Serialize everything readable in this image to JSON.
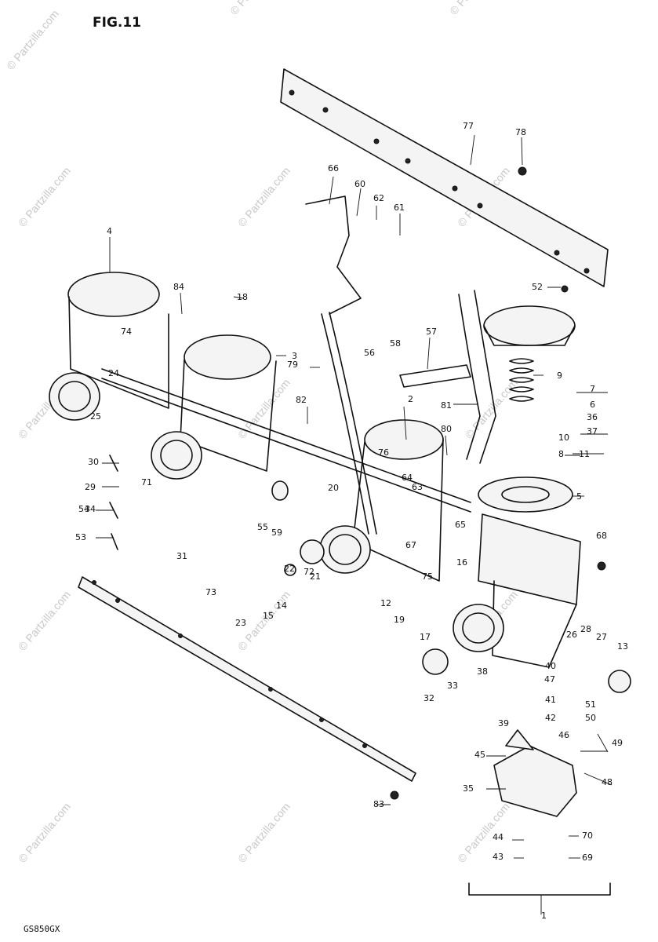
{
  "figure": {
    "title": "FIG.11",
    "model_code": "GS850GX"
  },
  "watermark": {
    "text": "© Partzilla.com"
  },
  "callouts": [
    "1",
    "2",
    "3",
    "4",
    "5",
    "6",
    "7",
    "8",
    "9",
    "10",
    "11",
    "12",
    "13",
    "14",
    "15",
    "16",
    "17",
    "18",
    "19",
    "20",
    "21",
    "22",
    "23",
    "24",
    "25",
    "26",
    "27",
    "28",
    "29",
    "30",
    "31",
    "32",
    "33",
    "34",
    "35",
    "36",
    "37",
    "38",
    "39",
    "40",
    "41",
    "42",
    "43",
    "44",
    "45",
    "46",
    "47",
    "48",
    "49",
    "50",
    "51",
    "52",
    "53",
    "54",
    "55",
    "56",
    "57",
    "58",
    "59",
    "60",
    "61",
    "62",
    "63",
    "64",
    "65",
    "66",
    "67",
    "68",
    "69",
    "70",
    "71",
    "72",
    "73",
    "74",
    "75",
    "76",
    "77",
    "78",
    "79",
    "80",
    "81",
    "82",
    "83",
    "84"
  ]
}
